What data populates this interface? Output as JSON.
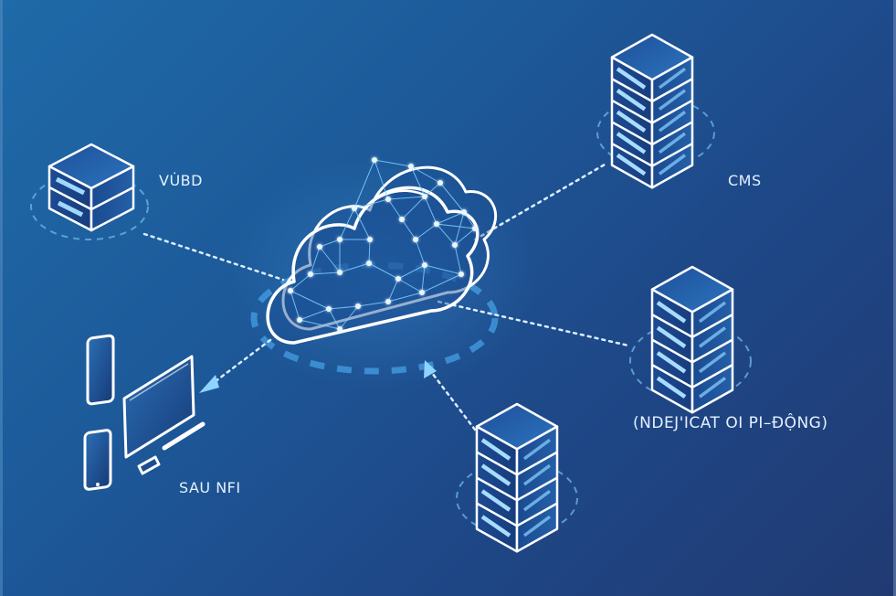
{
  "diagram": {
    "title": "Cloud network diagram",
    "colors": {
      "background_top_left": "#1f6aa8",
      "background_bottom_right": "#213a72",
      "outline": "#ffffff",
      "accent": "#7fd0ff",
      "face_dark": "#1a3f85",
      "face_light": "#2a6ab5",
      "dash": "#6fb8ea"
    },
    "center": {
      "name": "cloud",
      "icon": "cloud-network-icon"
    },
    "nodes": [
      {
        "id": "vubd",
        "label": "VU̇BD",
        "icon": "server-small-icon"
      },
      {
        "id": "cms",
        "label": "CMS",
        "icon": "server-rack-icon"
      },
      {
        "id": "mobile",
        "label": "(NDEJ'ICAT OI PI–ĐỘNG)",
        "icon": "server-rack-icon"
      },
      {
        "id": "bottom-server",
        "label": "",
        "icon": "server-rack-icon"
      },
      {
        "id": "devices",
        "label": "SAU NFI",
        "icon": "devices-icon"
      }
    ],
    "edges": [
      {
        "from": "vubd",
        "to": "cloud",
        "style": "dotted",
        "arrow": false
      },
      {
        "from": "cloud",
        "to": "cms",
        "style": "dotted",
        "arrow": false
      },
      {
        "from": "cloud",
        "to": "mobile",
        "style": "dotted",
        "arrow": false
      },
      {
        "from": "bottom-server",
        "to": "cloud",
        "style": "dotted",
        "arrow": true
      },
      {
        "from": "cloud",
        "to": "devices",
        "style": "dotted",
        "arrow": true
      }
    ]
  }
}
